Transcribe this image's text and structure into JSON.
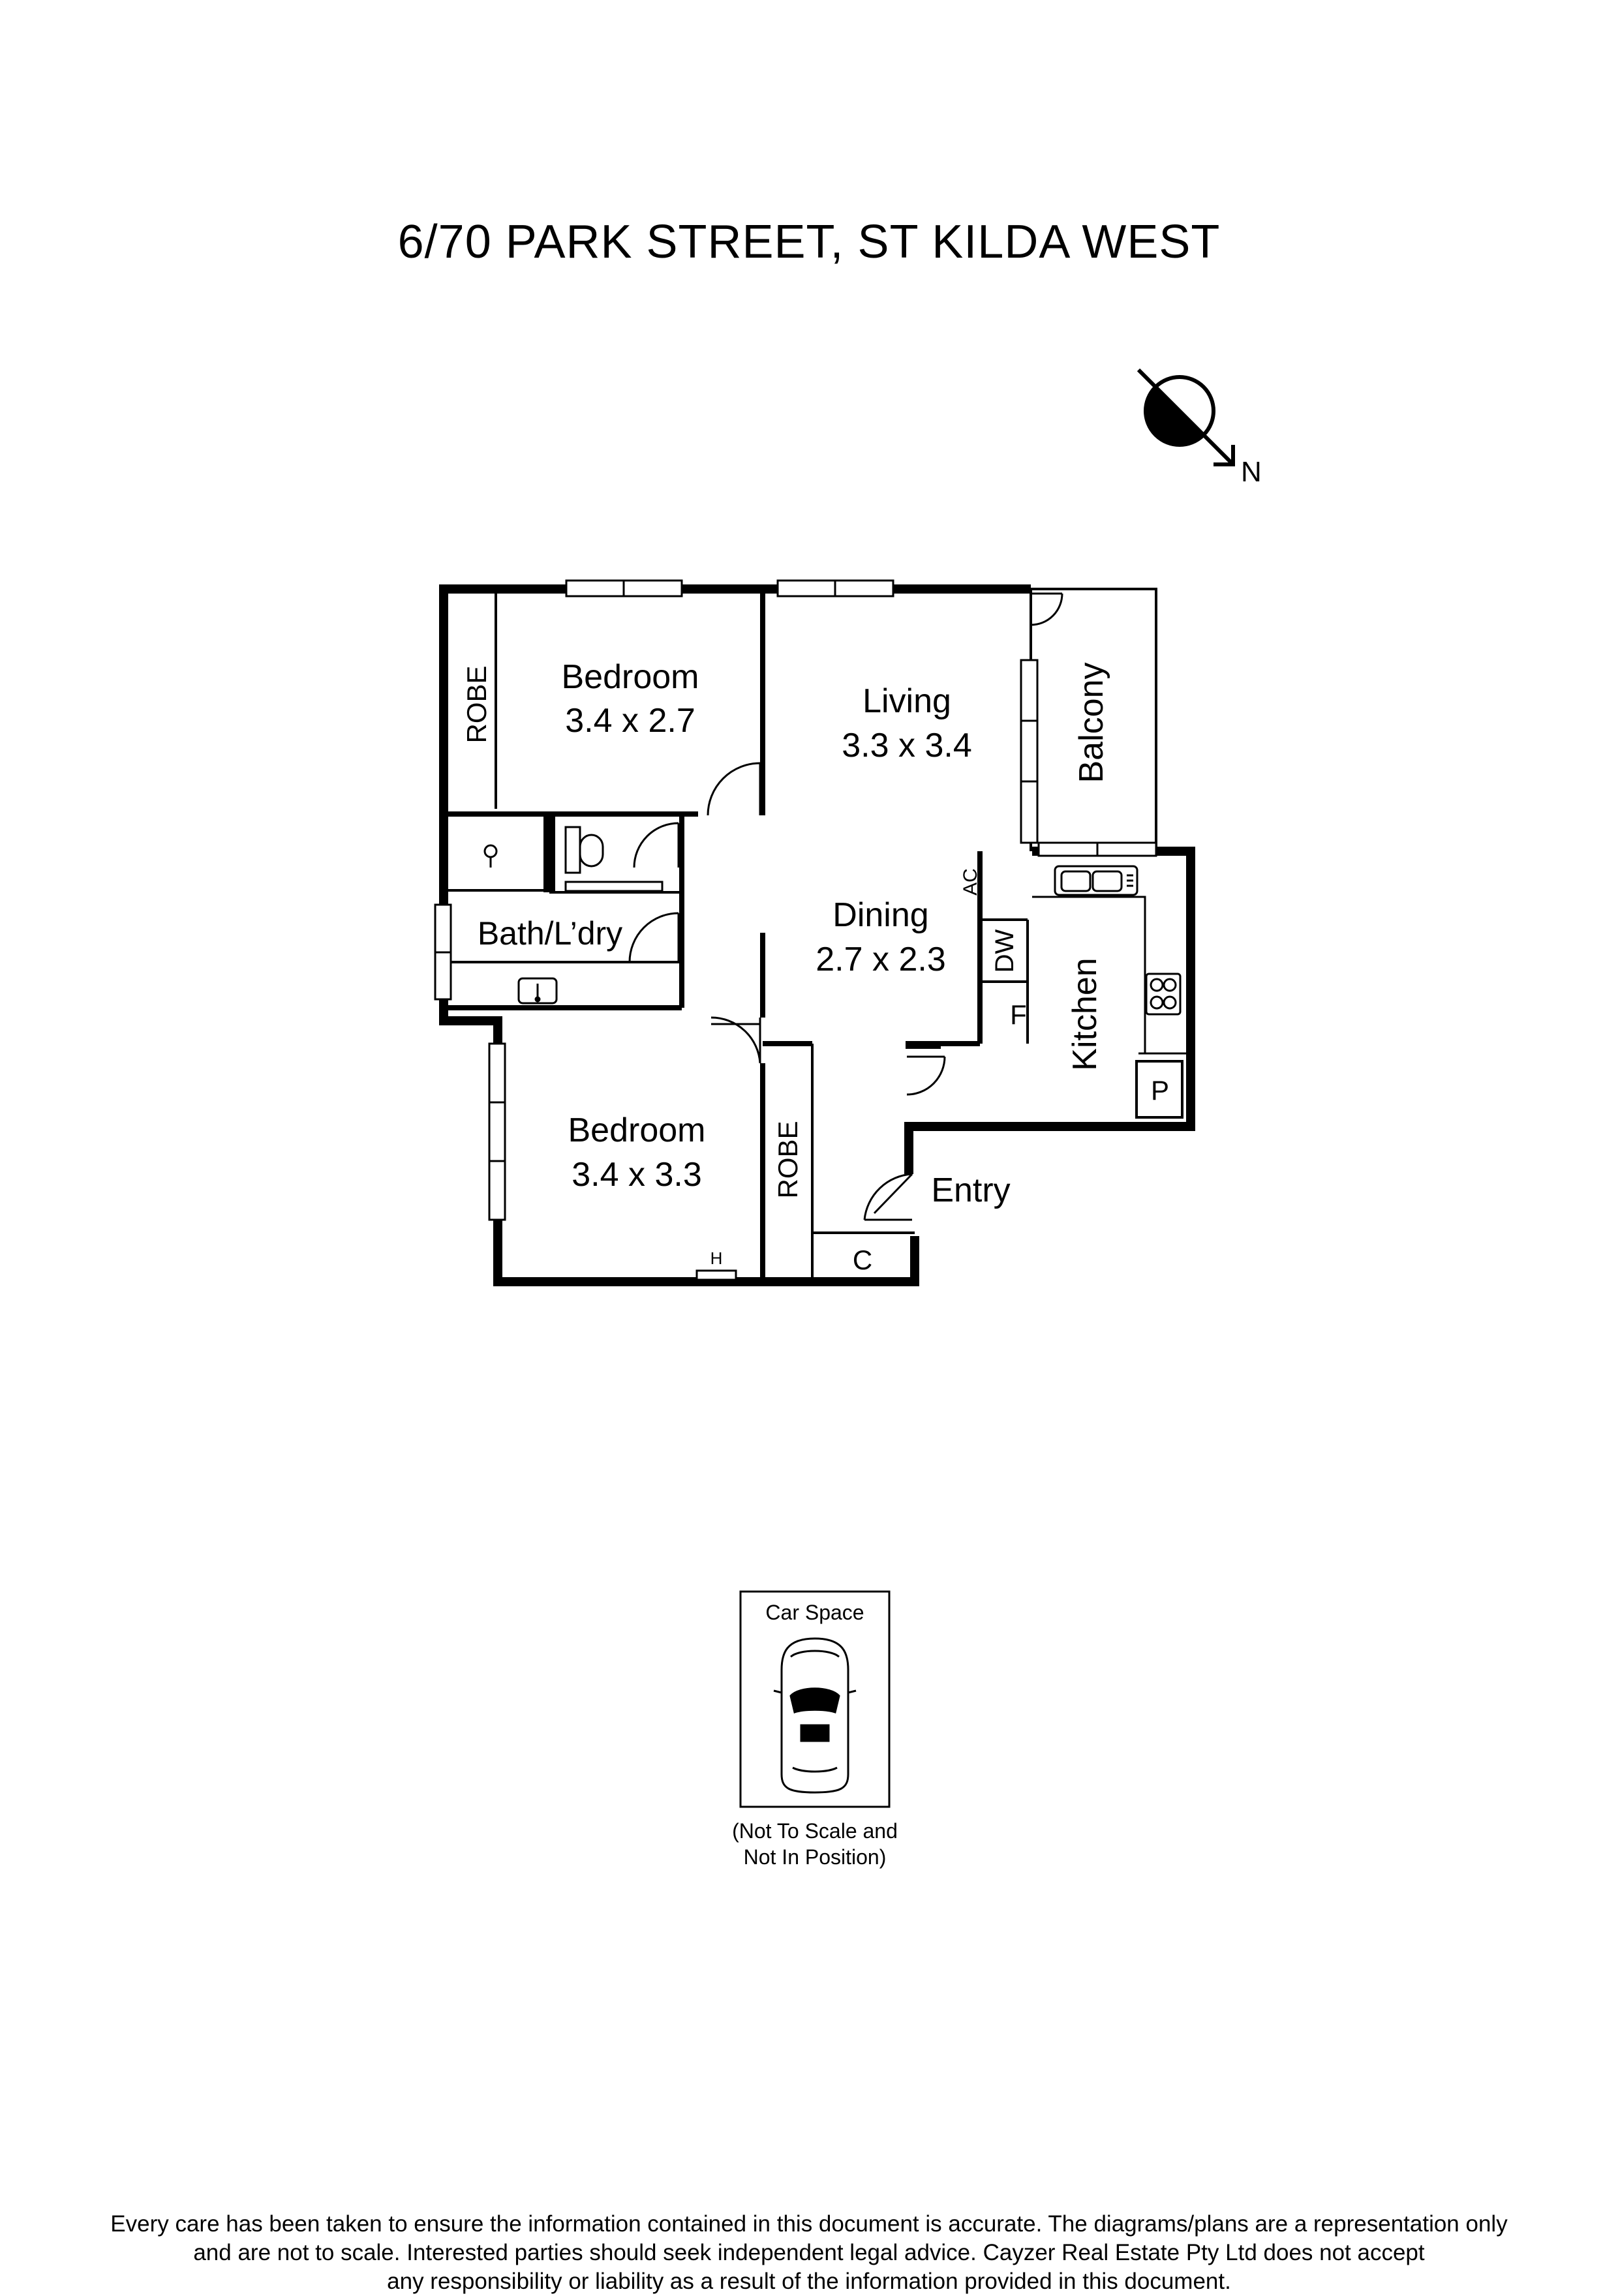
{
  "title": "6/70 PARK STREET, ST KILDA WEST",
  "compass": {
    "label": "N",
    "icon": "north-arrow-icon"
  },
  "rooms": {
    "bedroom1": {
      "name": "Bedroom",
      "dims": "3.4 x 2.7"
    },
    "living": {
      "name": "Living",
      "dims": "3.3 x 3.4"
    },
    "balcony": {
      "name": "Balcony"
    },
    "dining": {
      "name": "Dining",
      "dims": "2.7 x 2.3"
    },
    "bath": {
      "name": "Bath/L’dry"
    },
    "kitchen": {
      "name": "Kitchen"
    },
    "bedroom2": {
      "name": "Bedroom",
      "dims": "3.4 x 3.3"
    },
    "entry": {
      "name": "Entry"
    }
  },
  "fixtures": {
    "robe1": "ROBE",
    "robe2": "ROBE",
    "ac": "AC",
    "dw": "DW",
    "fridge": "F",
    "pantry": "P",
    "cupboard": "C",
    "heater": "H"
  },
  "car_space": {
    "label": "Car Space",
    "note_line1": "(Not To Scale and",
    "note_line2": "Not In Position)",
    "icon": "car-icon"
  },
  "disclaimer": {
    "line1": "Every care has been taken to ensure the information contained in this document is accurate. The diagrams/plans are a representation only",
    "line2": "and are not to scale. Interested parties should seek independent legal advice. Cayzer Real Estate Pty Ltd does not accept",
    "line3": "any responsibility or liability as a result of the information provided in this document."
  }
}
